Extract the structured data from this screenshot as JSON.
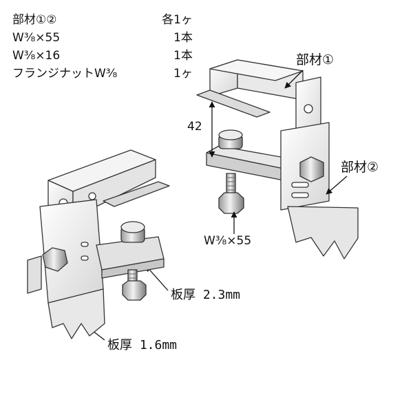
{
  "parts_list": [
    {
      "name": "部材①②",
      "qty": "各1ヶ"
    },
    {
      "name": "W³⁄₈×55",
      "qty": "1本"
    },
    {
      "name": "W³⁄₈×16",
      "qty": "1本"
    },
    {
      "name": "フランジナットW³⁄₈",
      "qty": "1ヶ"
    }
  ],
  "labels": {
    "part1": "部材①",
    "part2": "部材②",
    "dimension": "42",
    "bolt": "W³⁄₈×55",
    "thickness_thick": "板厚 2.3mm",
    "thickness_thin": "板厚 1.6mm"
  }
}
